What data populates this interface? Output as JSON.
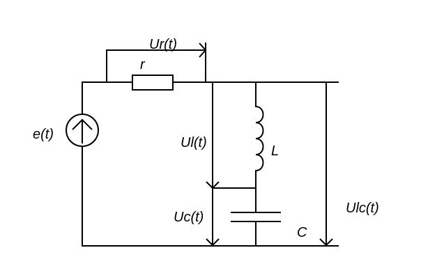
{
  "labels": {
    "ur": "Ur(t)",
    "r": "r",
    "e": "e(t)",
    "ul": "Ul(t)",
    "L": "L",
    "uc": "Uc(t)",
    "C": "C",
    "ulc": "Ulc(t)"
  },
  "colors": {
    "line": "#000000",
    "background": "#ffffff"
  }
}
